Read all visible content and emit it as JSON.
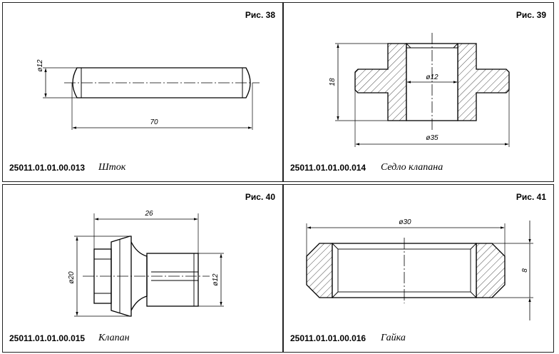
{
  "panels": [
    {
      "fig_label": "Рис. 38",
      "code": "25011.01.01.00.013",
      "name": "Шток",
      "dims": {
        "d": "ø12",
        "len": "70"
      }
    },
    {
      "fig_label": "Рис. 39",
      "code": "25011.01.01.00.014",
      "name": "Седло клапана",
      "dims": {
        "h": "18",
        "inner": "ø12",
        "outer": "ø35"
      }
    },
    {
      "fig_label": "Рис. 40",
      "code": "25011.01.01.00.015",
      "name": "Клапан",
      "dims": {
        "len": "26",
        "d_big": "ø20",
        "d_small": "ø12"
      }
    },
    {
      "fig_label": "Рис. 41",
      "code": "25011.01.01.00.016",
      "name": "Гайка",
      "dims": {
        "outer": "ø30",
        "h": "8"
      }
    }
  ]
}
